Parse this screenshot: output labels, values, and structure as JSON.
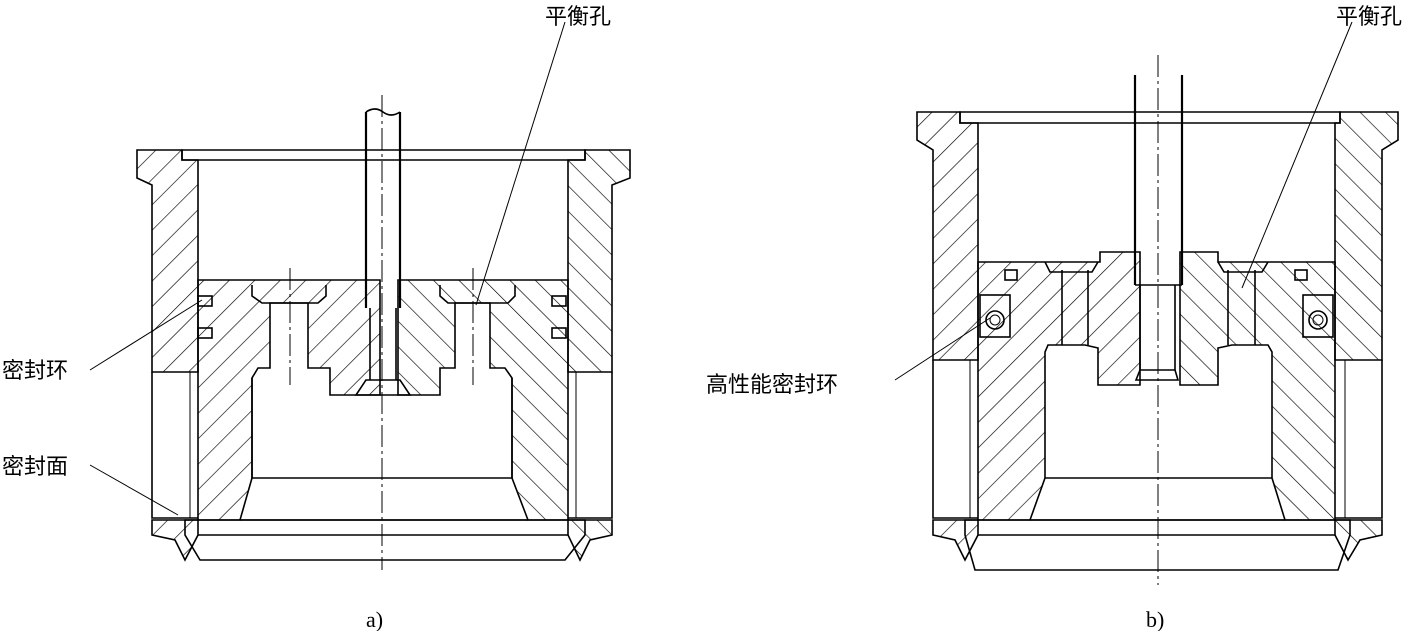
{
  "figure_a": {
    "label_balance_hole": "平衡孔",
    "label_seal_ring": "密封环",
    "label_seal_face": "密封面",
    "caption": "a)"
  },
  "figure_b": {
    "label_balance_hole": "平衡孔",
    "label_high_perf_seal_ring": "高性能密封环",
    "caption": "b)"
  }
}
